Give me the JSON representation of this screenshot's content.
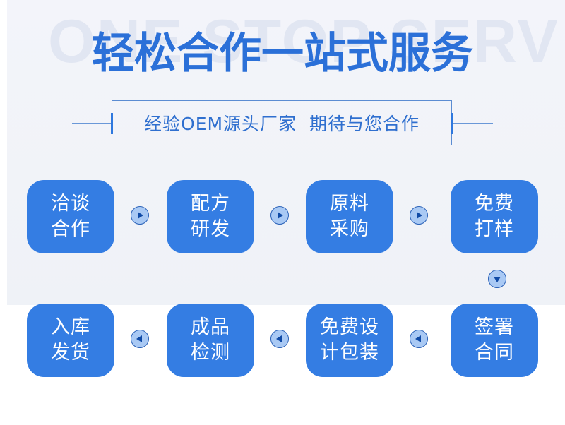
{
  "header": {
    "watermark": "ONE STOP SERV",
    "title": "轻松合作一站式服务",
    "subtitle": "经验OEM源头厂家  期待与您合作"
  },
  "colors": {
    "primary_blue": "#347de3",
    "title_blue": "#2b70d8",
    "arrow_fill": "#a9c9f4",
    "arrow_border": "#2b62b8",
    "panel_bg": "#f1f3f8"
  },
  "steps": [
    {
      "order": 1,
      "line1": "洽谈",
      "line2": "合作"
    },
    {
      "order": 2,
      "line1": "配方",
      "line2": "研发"
    },
    {
      "order": 3,
      "line1": "原料",
      "line2": "采购"
    },
    {
      "order": 4,
      "line1": "免费",
      "line2": "打样"
    },
    {
      "order": 5,
      "line1": "签署",
      "line2": "合同"
    },
    {
      "order": 6,
      "line1": "免费设",
      "line2": "计包装"
    },
    {
      "order": 7,
      "line1": "成品",
      "line2": "检测"
    },
    {
      "order": 8,
      "line1": "入库",
      "line2": "发货"
    }
  ],
  "arrows": [
    {
      "icon": "play-right-icon",
      "direction": "right"
    },
    {
      "icon": "play-right-icon",
      "direction": "right"
    },
    {
      "icon": "play-right-icon",
      "direction": "right"
    },
    {
      "icon": "play-down-icon",
      "direction": "down"
    },
    {
      "icon": "play-left-icon",
      "direction": "left"
    },
    {
      "icon": "play-left-icon",
      "direction": "left"
    },
    {
      "icon": "play-left-icon",
      "direction": "left"
    }
  ]
}
